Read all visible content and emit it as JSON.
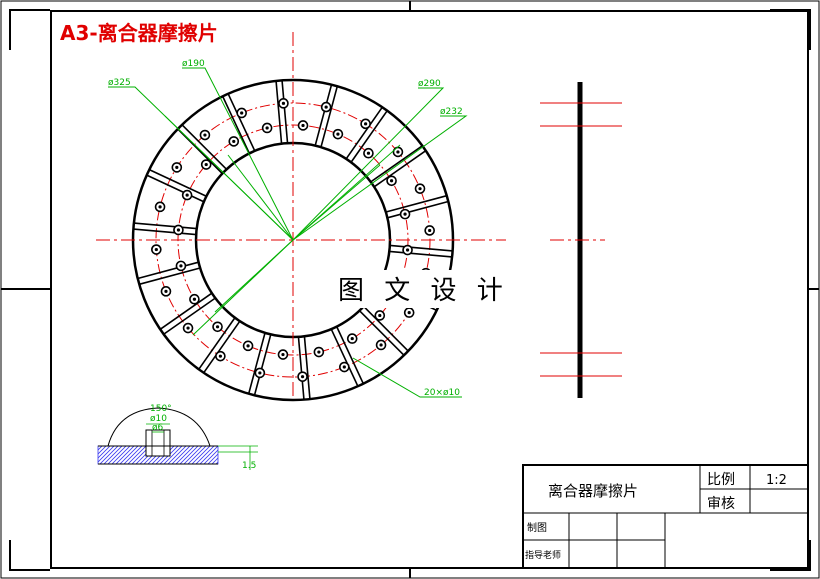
{
  "sheet": {
    "title": "A3-离合器摩擦片",
    "watermark": "图 文 设 计"
  },
  "dimensions": {
    "d325": "ø325",
    "d190": "ø190",
    "d290": "ø290",
    "d232": "ø232",
    "holes": "20×ø10",
    "detail_angle": "150°",
    "detail_d10": "ø10",
    "detail_d6": "ø6",
    "detail_thick": "1.5"
  },
  "title_block": {
    "part_name": "离合器摩擦片",
    "scale_label": "比例",
    "scale_value": "1:2",
    "review_label": "审核",
    "drawn_label": "制图",
    "advisor_label": "指导老师"
  },
  "colors": {
    "line": "#000000",
    "center_line": "#e00000",
    "dim_line": "#00b000",
    "title": "#e00000",
    "hatch": "#3a3af0"
  }
}
